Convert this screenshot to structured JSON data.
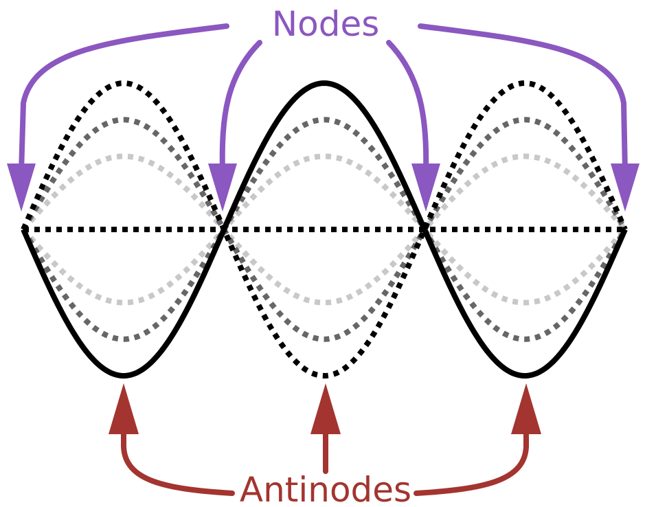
{
  "labels": {
    "nodes": "Nodes",
    "antinodes": "Antinodes"
  },
  "colors": {
    "background": "#ffffff",
    "nodes": "#8b57c0",
    "antinodes": "#a3342f",
    "wave_solid": "#000000",
    "wave_dark_dotted": "#000000",
    "wave_mid_dotted": "#666666",
    "wave_light_dotted": "#c8c8c8"
  },
  "wave": {
    "node_count": 4,
    "antinode_count": 3,
    "amplitude_levels": [
      1.0,
      0.75,
      0.5
    ]
  }
}
